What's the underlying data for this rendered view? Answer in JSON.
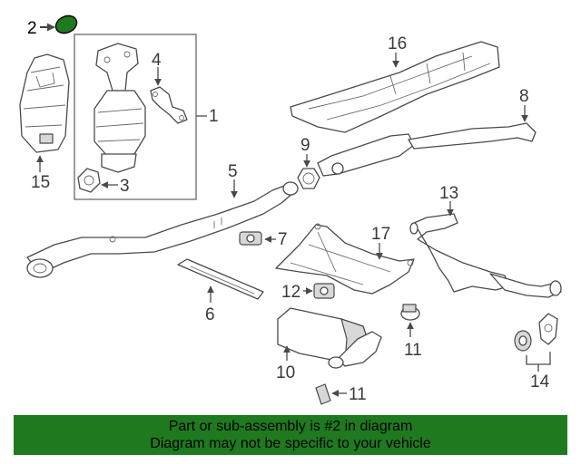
{
  "callouts": {
    "c1": "1",
    "c2": "2",
    "c3": "3",
    "c4": "4",
    "c5": "5",
    "c6": "6",
    "c7": "7",
    "c8": "8",
    "c9": "9",
    "c10": "10",
    "c11a": "11",
    "c11b": "11",
    "c12": "12",
    "c13": "13",
    "c14": "14",
    "c15": "15",
    "c16": "16",
    "c17": "17"
  },
  "banner": {
    "line1": "Part or sub-assembly is #2 in diagram",
    "line2": "Diagram may not be specific to your vehicle"
  },
  "colors": {
    "banner_bg": "#1f7a1f",
    "highlight_part": "#1f7a1f",
    "line": "#4a4a4a"
  }
}
